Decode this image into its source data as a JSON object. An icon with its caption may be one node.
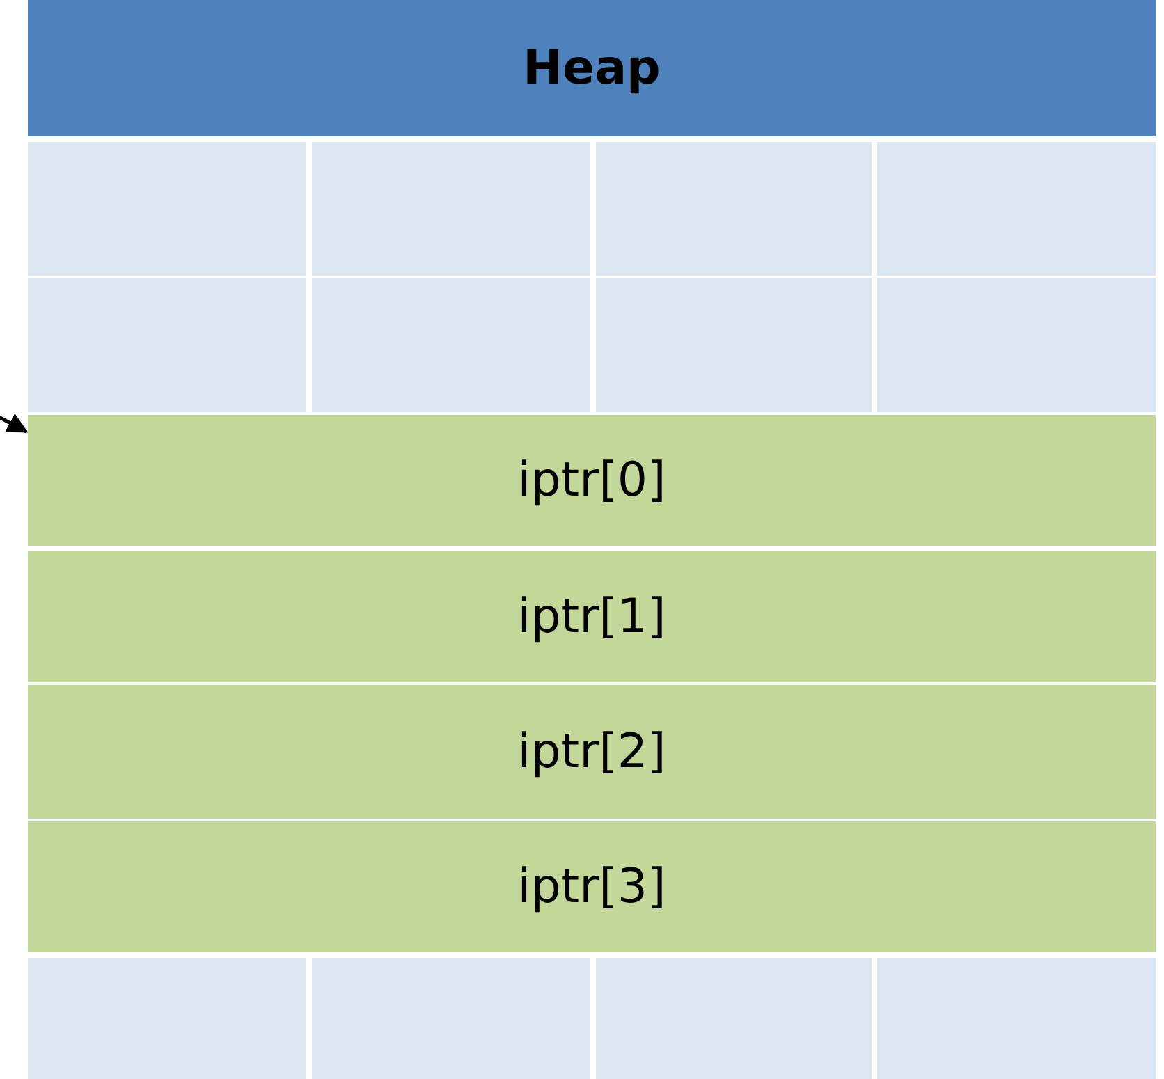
{
  "diagram": {
    "nodes": [
      {
        "text": [
          "Heap"
        ]
      },
      {
        "text": [],
        "shape": "box"
      },
      {
        "text": [],
        "shape": "box"
      },
      {
        "text": [],
        "shape": "box"
      },
      {
        "text": [],
        "shape": "box"
      },
      {
        "text": [],
        "shape": "box"
      },
      {
        "text": [],
        "shape": "box"
      },
      {
        "text": [],
        "shape": "box"
      },
      {
        "text": [],
        "shape": "box"
      },
      {
        "text": [
          "iptr[0]"
        ]
      },
      {
        "text": [
          "iptr[1]"
        ]
      },
      {
        "text": [
          "iptr[2]"
        ]
      },
      {
        "text": [
          "iptr[3]"
        ]
      },
      {
        "text": [],
        "shape": "box"
      },
      {
        "text": [],
        "shape": "box"
      },
      {
        "text": [],
        "shape": "box"
      },
      {
        "text": [],
        "shape": "box"
      }
    ],
    "edges": [
      {
        "from": null,
        "to": 9,
        "arrow": "to"
      }
    ]
  }
}
